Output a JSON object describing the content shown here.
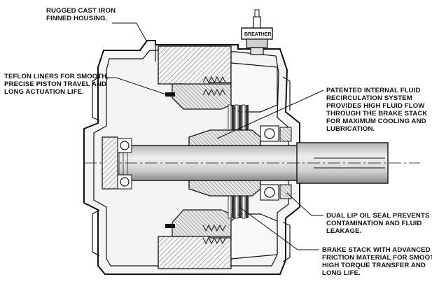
{
  "callouts": {
    "housing": [
      "RUGGED CAST IRON",
      "FINNED HOUSING."
    ],
    "teflon": [
      "TEFLON LINERS FOR SMOOTH,",
      "PRECISE PISTON TRAVEL AND",
      "LONG ACTUATION LIFE."
    ],
    "recirculation": [
      "PATENTED INTERNAL FLUID",
      "RECIRCULATION SYSTEM",
      "PROVIDES HIGH FLUID FLOW",
      "THROUGH THE BRAKE STACK",
      "FOR MAXIMUM COOLING AND",
      "LUBRICATION."
    ],
    "seal": [
      "DUAL LIP OIL SEAL PREVENTS",
      "CONTAMINATION AND FLUID",
      "LEAKAGE."
    ],
    "brake_stack": [
      "BRAKE STACK WITH ADVANCED",
      "FRICTION MATERIAL FOR SMOOTH",
      "HIGH TORQUE TRANSFER AND",
      "LONG LIFE."
    ]
  },
  "breather_label": "BREATHER",
  "colors": {
    "ink": "#111111",
    "housing_fill": "#f2f2f2",
    "hatch": "#8a8a8a",
    "shaft": "#d9d9d9",
    "shaft_dark": "#9e9e9e"
  }
}
